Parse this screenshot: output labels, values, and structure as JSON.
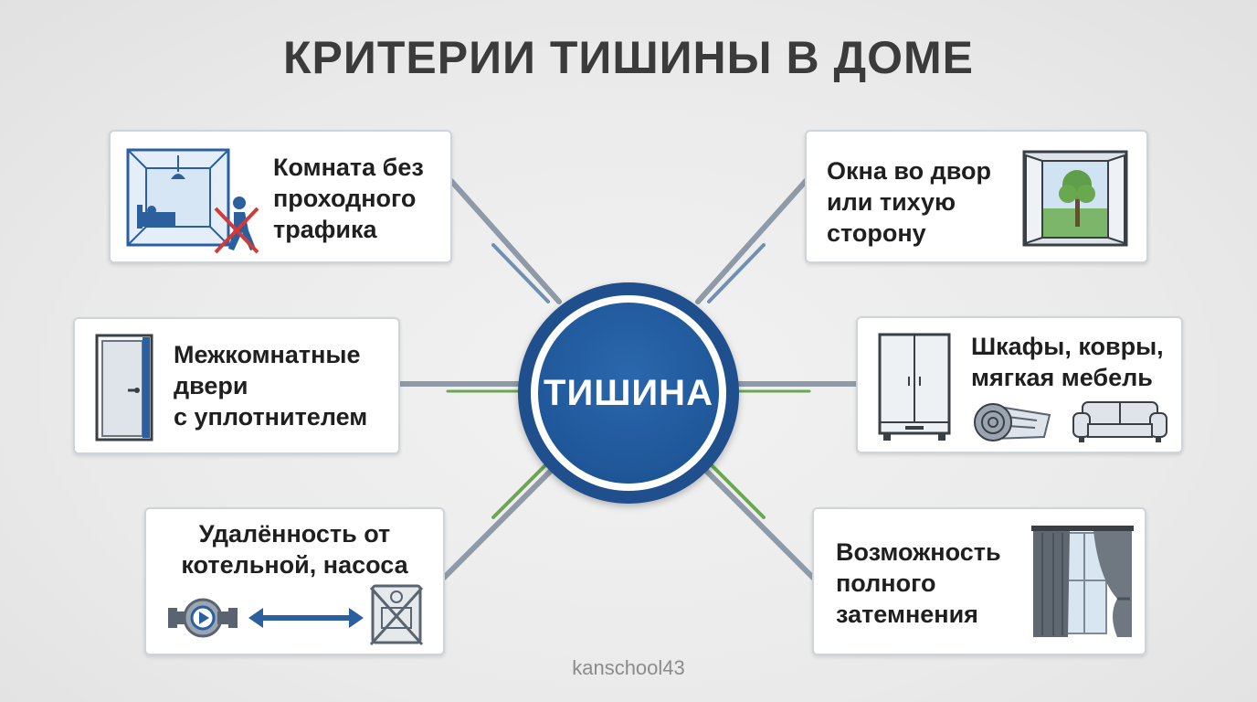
{
  "title": "КРИТЕРИИ ТИШИНЫ В ДОМЕ",
  "hub": {
    "label": "ТИШИНА"
  },
  "cards": {
    "room": {
      "text": "Комната без\nпроходного\nтрафика",
      "icon": "room-no-traffic-icon"
    },
    "doors": {
      "text": "Межкомнатные\nдвери\nс уплотнителем",
      "icon": "door-icon"
    },
    "boiler": {
      "text": "Удалённость от\nкотельной, насоса",
      "icon": "pump-boiler-distance-icon"
    },
    "windows": {
      "text": "Окна во двор\nили тихую\nсторону",
      "icon": "window-yard-icon"
    },
    "furniture": {
      "text": "Шкафы, ковры,\nмягкая мебель",
      "icon": "furniture-icon"
    },
    "blackout": {
      "text": "Возможность\nполного\nзатемнения",
      "icon": "curtain-icon"
    }
  },
  "colors": {
    "accent": "#1f4f8c",
    "title": "#3b3b3b",
    "accent_green": "#6aa84f"
  },
  "watermark": "kanschool43"
}
